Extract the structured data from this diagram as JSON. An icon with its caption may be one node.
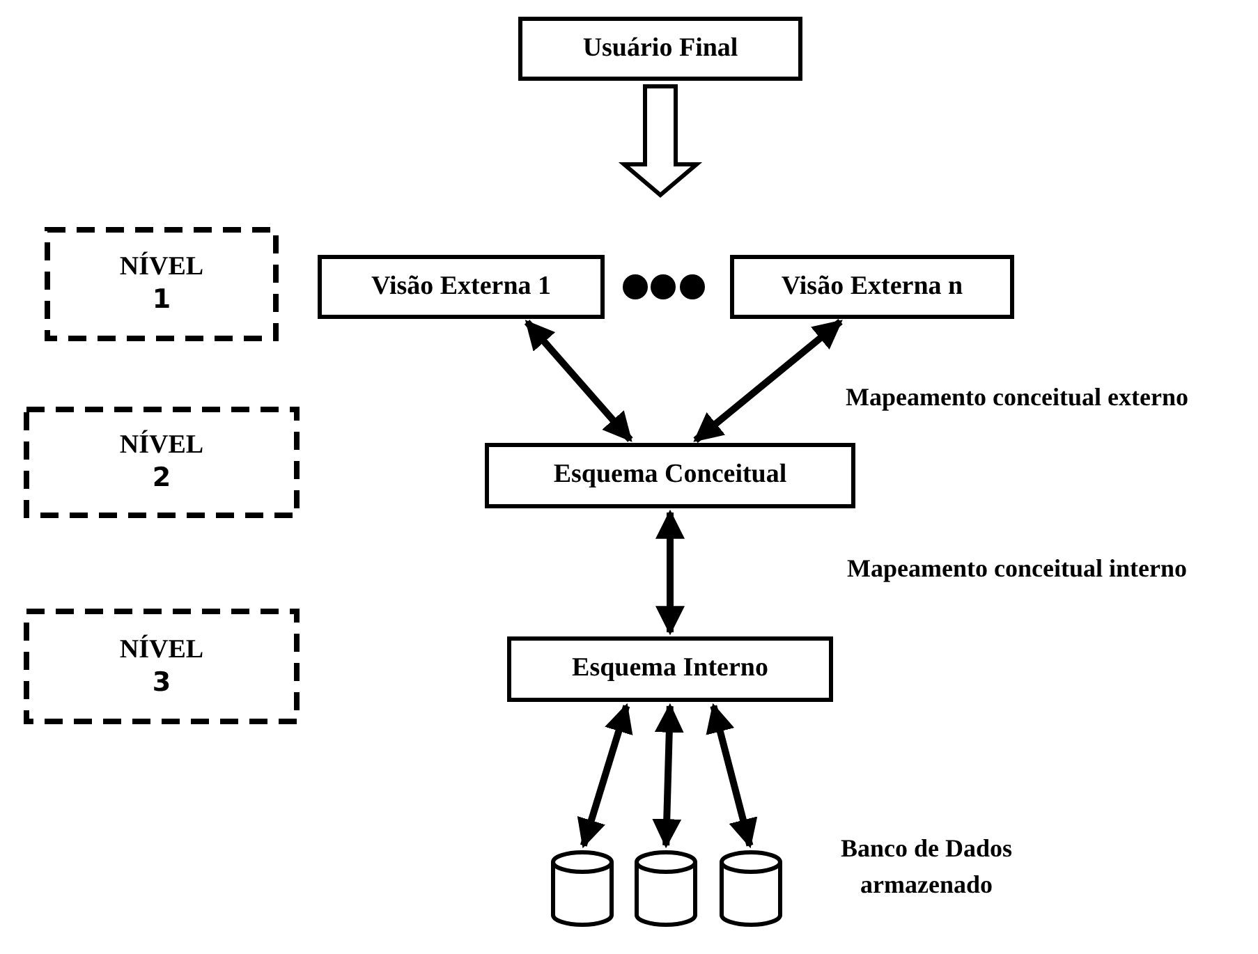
{
  "diagram": {
    "nodes": [
      {
        "text": [
          "Usuário Final"
        ]
      },
      {
        "text": [
          "Visão Externa 1"
        ]
      },
      {
        "text": [
          "Visão Externa n"
        ]
      },
      {
        "text": [
          "Esquema Conceitual"
        ]
      },
      {
        "text": [
          "Esquema Interno"
        ]
      },
      {
        "text": [],
        "shape": "cylinder"
      },
      {
        "text": [],
        "shape": "cylinder"
      },
      {
        "text": [],
        "shape": "cylinder"
      },
      {
        "text": [
          "NÍVEL",
          "1"
        ]
      },
      {
        "text": [
          "NÍVEL",
          "2"
        ]
      },
      {
        "text": [
          "NÍVEL",
          "3"
        ]
      }
    ],
    "edges": [
      {
        "from": 0,
        "to": null,
        "arrow": "to",
        "style": "thick"
      },
      {
        "from": 3,
        "to": 1,
        "arrow": "both"
      },
      {
        "from": 3,
        "to": 2,
        "arrow": "both"
      },
      {
        "from": 3,
        "to": 4,
        "arrow": "both"
      },
      {
        "from": 4,
        "to": 5,
        "arrow": "both"
      },
      {
        "from": 4,
        "to": 6,
        "arrow": "both"
      },
      {
        "from": 4,
        "to": 7,
        "arrow": "both"
      }
    ],
    "labels": [
      "Mapeamento conceitual externo",
      "Mapeamento conceitual interno",
      "Banco de Dados armazenado"
    ]
  }
}
